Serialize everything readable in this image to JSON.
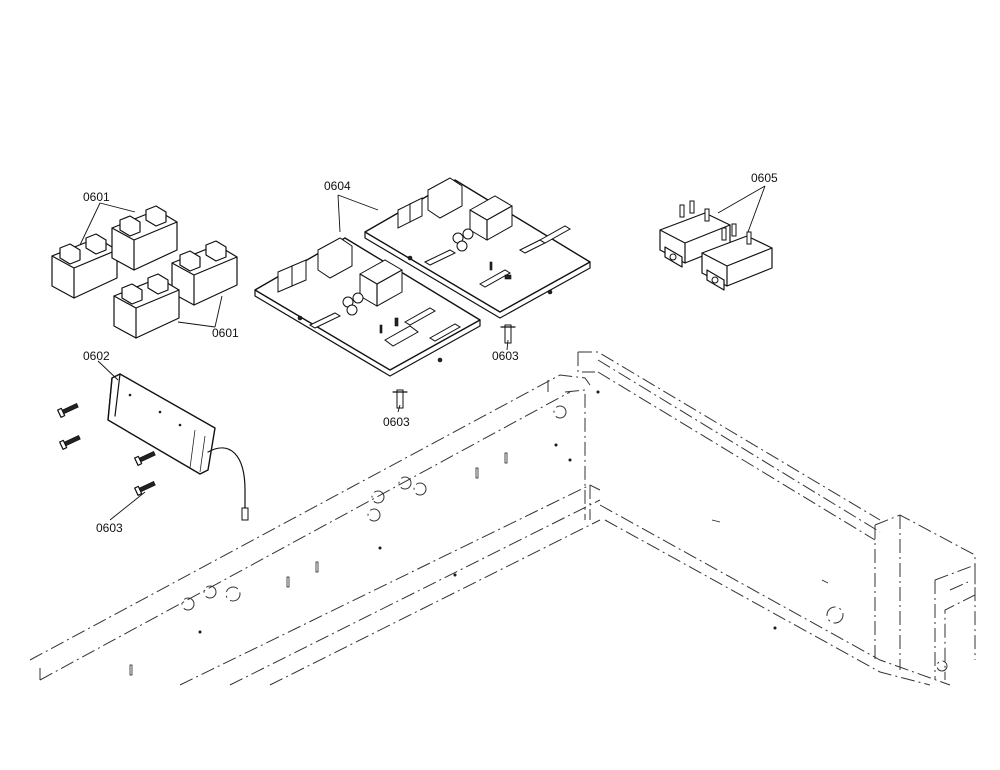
{
  "callouts": {
    "relay_blocks_top": "0601",
    "relay_blocks_bottom": "0601",
    "display_board": "0602",
    "standoff_a": "0603",
    "standoff_b": "0603",
    "standoff_c": "0603",
    "control_boards": "0604",
    "transformers": "0605"
  }
}
